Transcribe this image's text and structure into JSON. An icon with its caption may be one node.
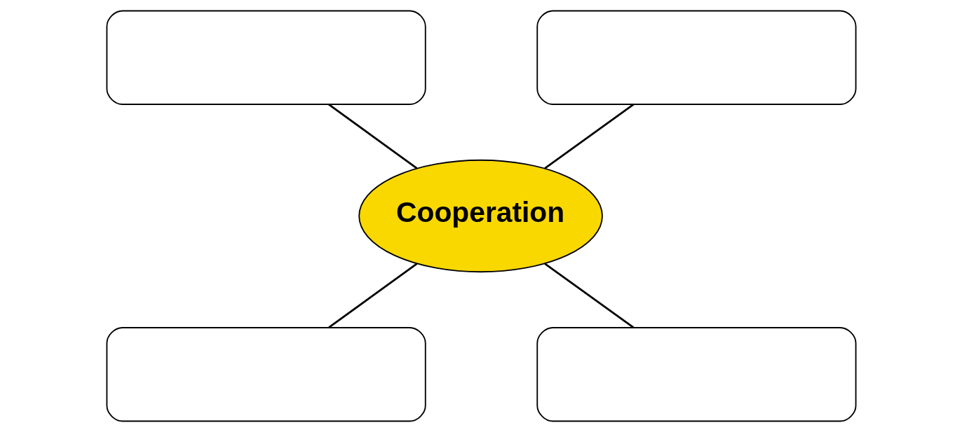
{
  "diagram": {
    "nodes": [
      {
        "text": [],
        "shape": "box"
      },
      {
        "text": [],
        "shape": "box"
      },
      {
        "text": [
          "Cooperation"
        ]
      },
      {
        "text": [],
        "shape": "box"
      },
      {
        "text": [],
        "shape": "box"
      }
    ],
    "edges": [
      {
        "from": 0,
        "to": 2,
        "arrow": "none"
      },
      {
        "from": 1,
        "to": 2,
        "arrow": "none"
      },
      {
        "from": 2,
        "to": 3,
        "arrow": "none"
      },
      {
        "from": 2,
        "to": 4,
        "arrow": "none"
      }
    ]
  }
}
